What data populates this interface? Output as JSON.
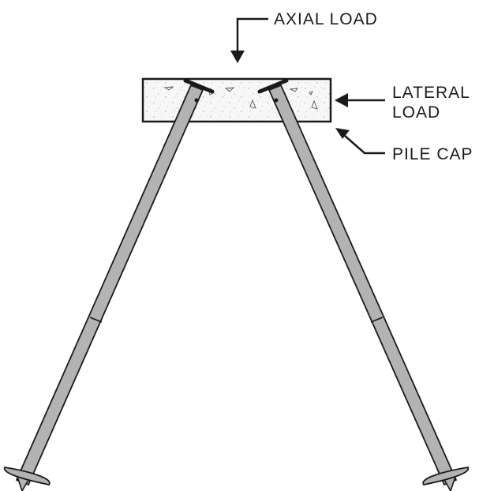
{
  "labels": {
    "axial_load": "AXIAL LOAD",
    "lateral_load_line1": "LATERAL",
    "lateral_load_line2": "LOAD",
    "pile_cap": "PILE CAP"
  },
  "colors": {
    "line": "#1a1a1a",
    "pile_fill": "#b3b3b3",
    "cap_fill": "#f7f7f7",
    "speckle": "#a8a8a8"
  }
}
